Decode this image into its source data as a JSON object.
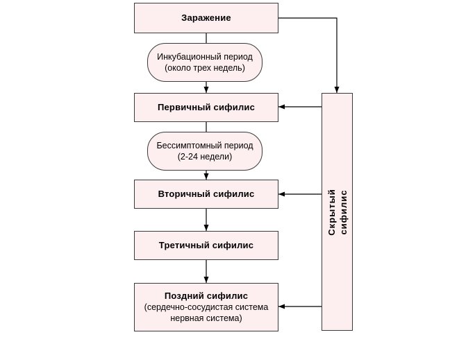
{
  "colors": {
    "node_fill": "#fdeef0",
    "node_border": "#3a3a3a",
    "connector": "#000000"
  },
  "nodes": {
    "infection": {
      "label": "Заражение"
    },
    "incubation": {
      "line1": "Инкубационный период",
      "line2": "(около трех недель)"
    },
    "primary": {
      "label": "Первичный сифилис"
    },
    "asymptomatic": {
      "line1": "Бессимптомный период",
      "line2": "(2-24 недели)"
    },
    "secondary": {
      "label": "Вторичный сифилис"
    },
    "tertiary": {
      "label": "Третичный сифилис"
    },
    "late": {
      "label": "Поздний сифилис",
      "sub1": "(сердечно-сосудистая система",
      "sub2": "нервная система)"
    },
    "latent": {
      "line1": "Скрытый",
      "line2": "сифилис"
    }
  }
}
